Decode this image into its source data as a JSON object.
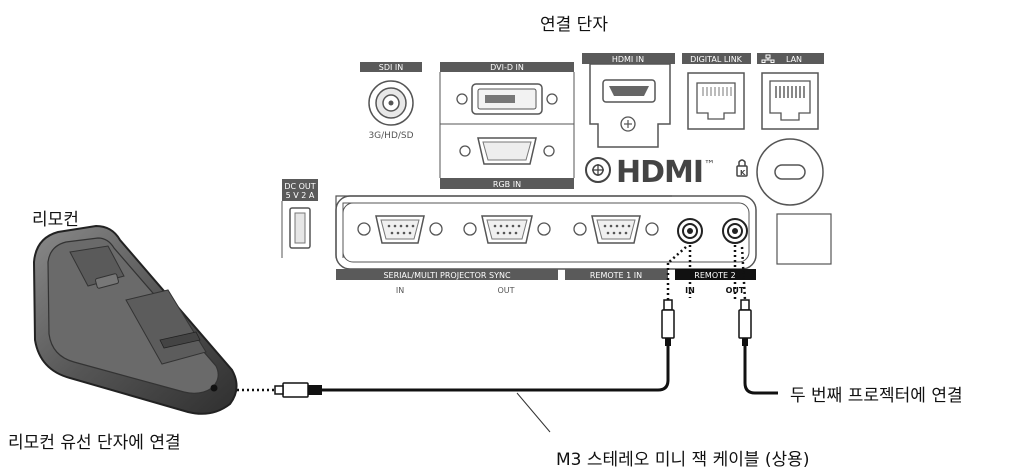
{
  "labels": {
    "terminals_title": "연결 단자",
    "remote_title": "리모컨",
    "remote_wired": "리모컨 유선 단자에 연결",
    "second_projector": "두 번째 프로젝터에 연결",
    "cable_desc": "M3 스테레오 미니 잭 케이블 (상용)"
  },
  "ports": {
    "sdi_in": "SDI IN",
    "sdi_sub": "3G/HD/SD",
    "dvi_in": "DVI-D IN",
    "rgb_in": "RGB IN",
    "hdmi_in": "HDMI IN",
    "digital_link": "DIGITAL LINK",
    "lan": "LAN",
    "dc_out_1": "DC OUT",
    "dc_out_2": "5 V  2 A",
    "serial_group": "SERIAL/MULTI PROJECTOR SYNC",
    "serial_in": "IN",
    "serial_out": "OUT",
    "remote1_in": "REMOTE 1 IN",
    "remote2": "REMOTE 2",
    "remote2_in": "IN",
    "remote2_out": "OUT",
    "hdmi_logo": "HDMI",
    "tm": "™"
  },
  "colors": {
    "panel_line": "#555555",
    "label_bar": "#5a5a5a",
    "remote2_bar": "#111111",
    "cable": "#111111",
    "remote_body": "#4a4a4a"
  }
}
